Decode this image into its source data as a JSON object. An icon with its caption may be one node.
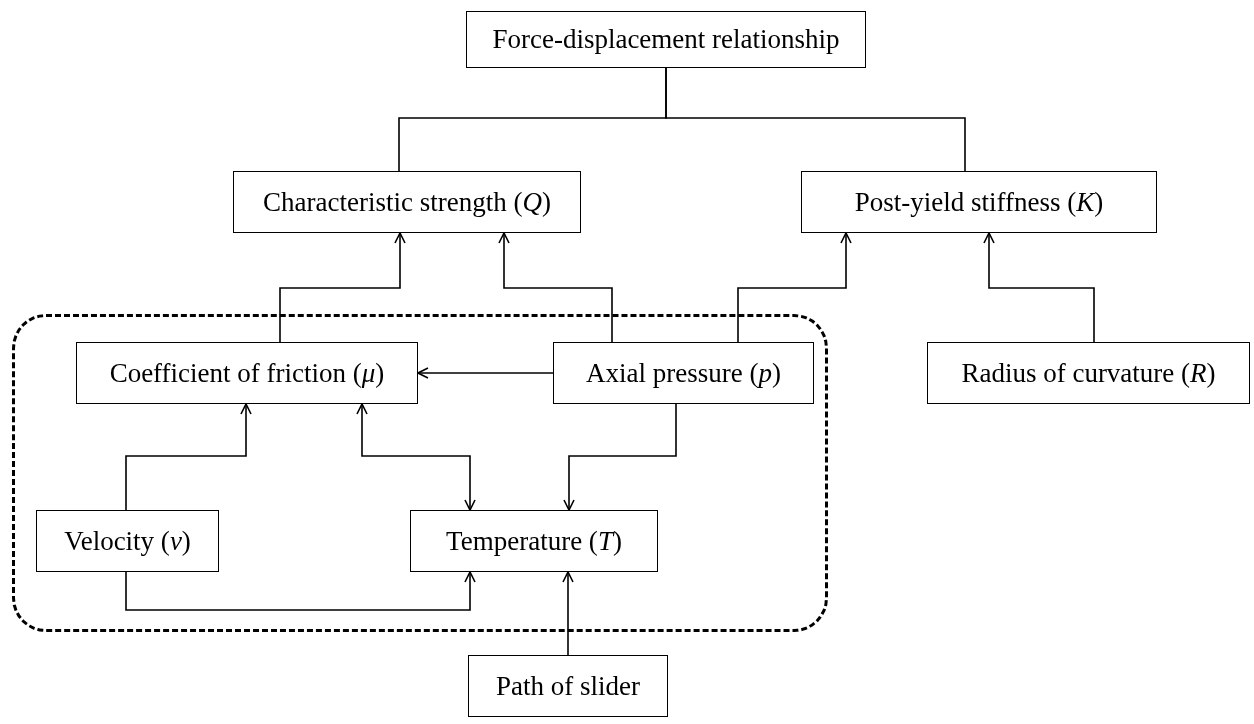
{
  "diagram": {
    "nodes": [
      {
        "text": [
          "Force-displacement relationship"
        ]
      },
      {
        "text": [
          "Characteristic strength (*Q*)"
        ]
      },
      {
        "text": [
          "Post-yield stiffness (*K*)"
        ]
      },
      {
        "text": [],
        "shape": "box"
      },
      {
        "text": [
          "Coefficient of friction (*μ*)"
        ],
        "in": 3
      },
      {
        "text": [
          "Axial pressure (*p*)"
        ],
        "in": 3
      },
      {
        "text": [
          "Radius of curvature (*R*)"
        ]
      },
      {
        "text": [
          "Velocity (*v*)"
        ],
        "in": 3
      },
      {
        "text": [
          "Temperature (*T*)"
        ],
        "in": 3
      },
      {
        "text": [
          "Path of slider"
        ]
      }
    ],
    "edges": [
      {
        "from": 0,
        "to": 1,
        "arrow": "none"
      },
      {
        "from": 0,
        "to": 2,
        "arrow": "none"
      },
      {
        "from": 4,
        "to": 1,
        "arrow": "to"
      },
      {
        "from": 5,
        "to": 1,
        "arrow": "to"
      },
      {
        "from": 5,
        "to": 2,
        "arrow": "to"
      },
      {
        "from": 6,
        "to": 2,
        "arrow": "to"
      },
      {
        "from": 5,
        "to": 4,
        "arrow": "to"
      },
      {
        "from": 7,
        "to": 4,
        "arrow": "to"
      },
      {
        "from": 4,
        "to": 8,
        "arrow": "both"
      },
      {
        "from": 5,
        "to": 8,
        "arrow": "to"
      },
      {
        "from": 7,
        "to": 8,
        "arrow": "to"
      },
      {
        "from": 9,
        "to": 8,
        "arrow": "to"
      }
    ]
  }
}
